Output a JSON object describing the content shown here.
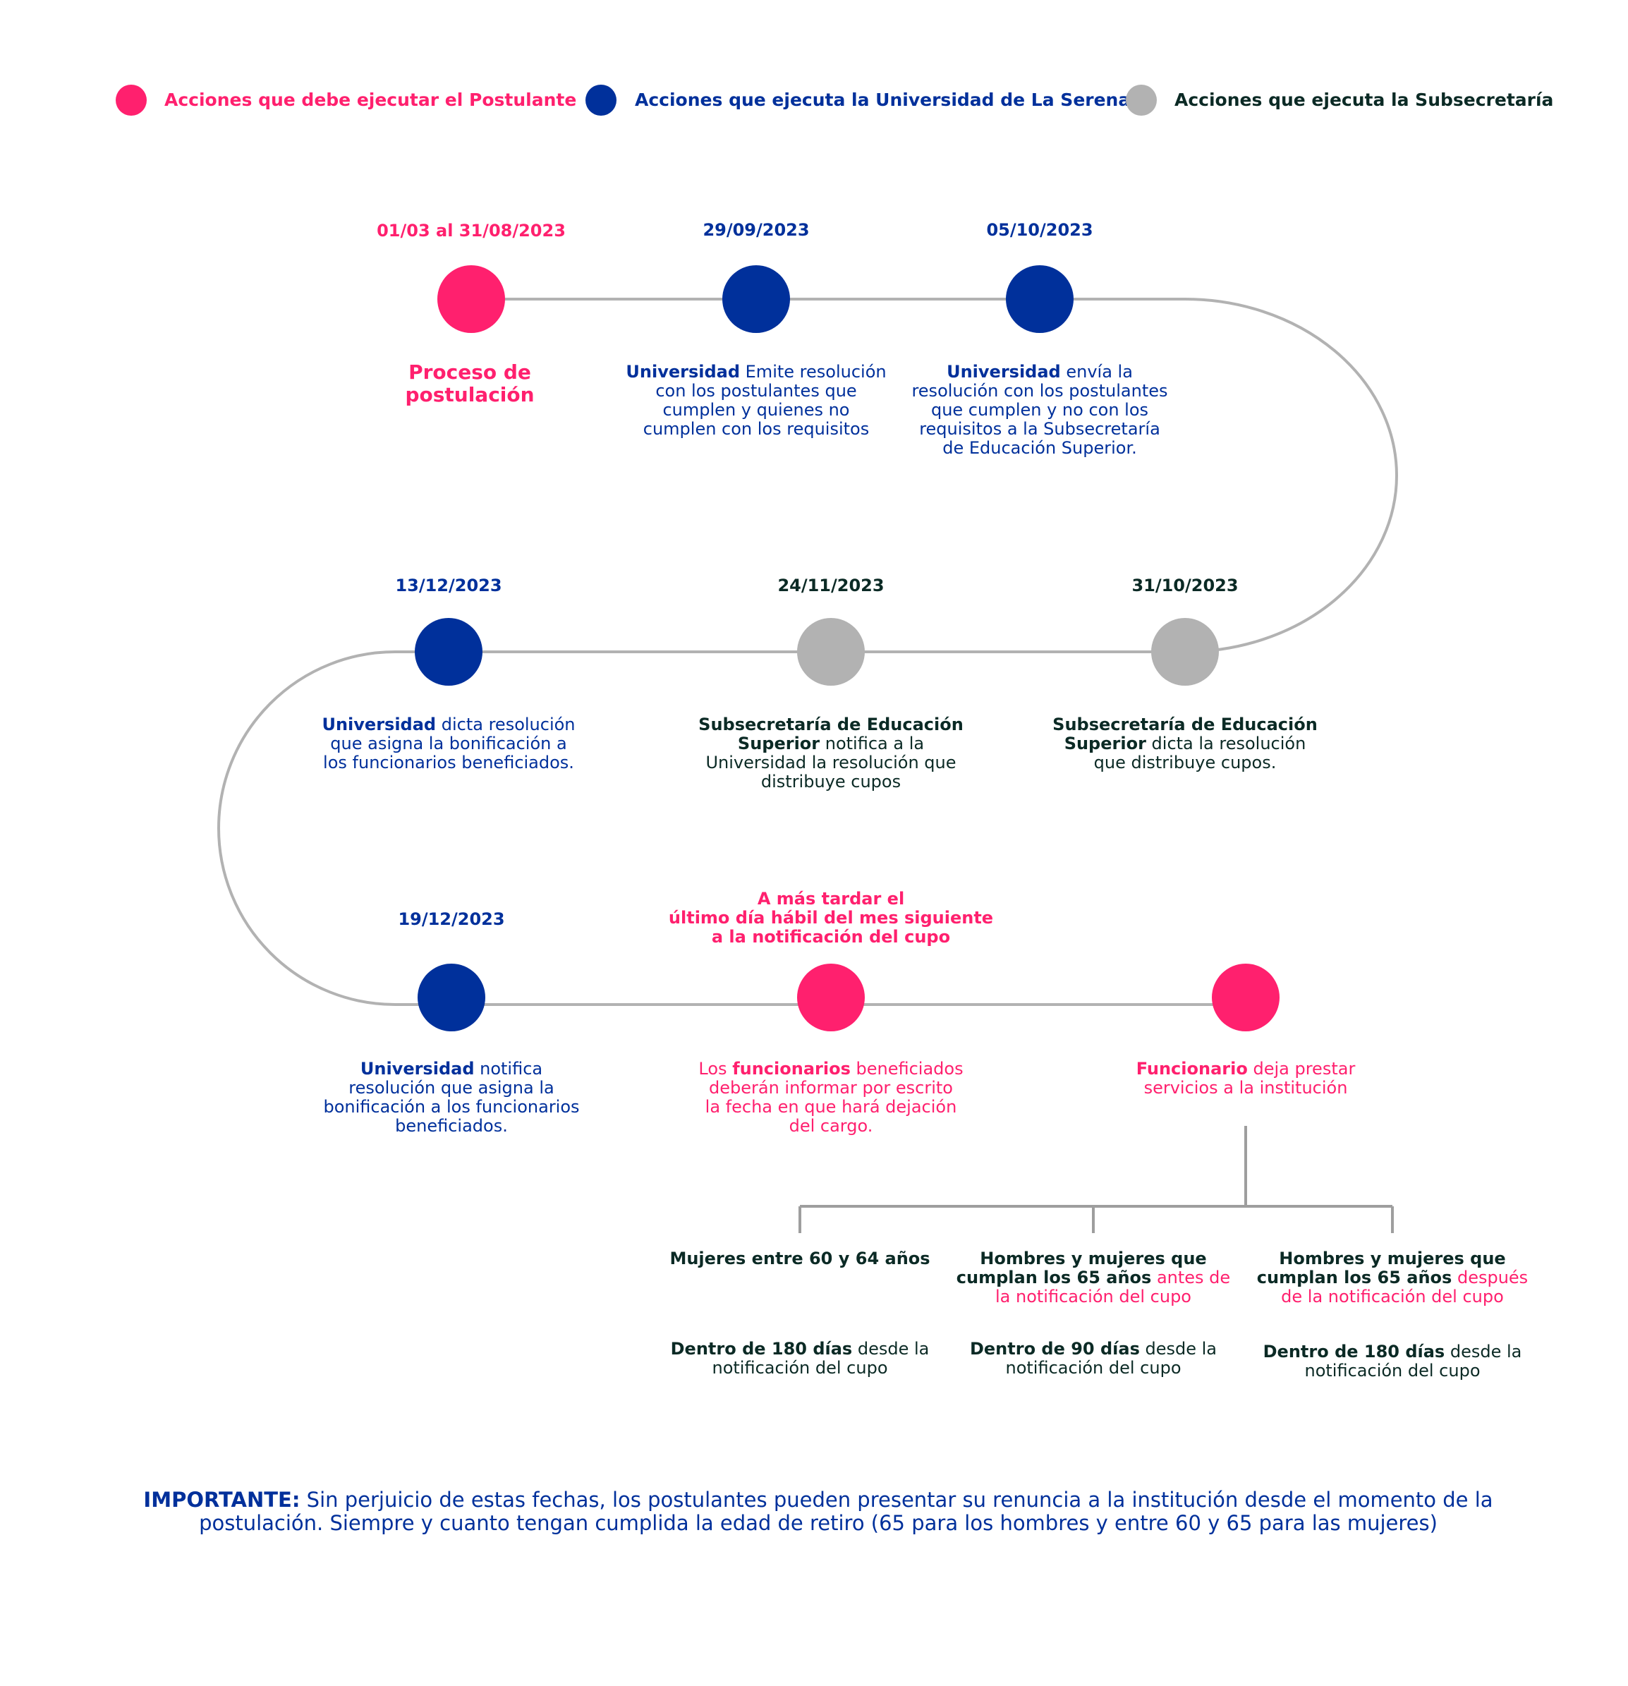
{
  "legend": {
    "postulante": {
      "label": "Acciones que debe ejecutar el Postulante",
      "color": "#ff206e"
    },
    "universidad": {
      "label": "Acciones que ejecuta la Universidad de La Serena",
      "color": "#00309b"
    },
    "subsecretaria": {
      "label": "Acciones que ejecuta la Subsecretaría",
      "color": "#b2b2b2"
    }
  },
  "steps": {
    "s1": {
      "date": "01/03 al 31/08/2023",
      "title_l1": "Proceso de",
      "title_l2": "postulación"
    },
    "s2": {
      "date": "29/09/2023",
      "bold": "Universidad",
      "l1": " Emite resolución",
      "l2": "con los postulantes que",
      "l3": "cumplen y quienes no",
      "l4": "cumplen con los requisitos"
    },
    "s3": {
      "date": "05/10/2023",
      "bold": "Universidad",
      "l1": " envía la",
      "l2": "resolución con los postulantes",
      "l3": "que cumplen y no con los",
      "l4": "requisitos a la Subsecretaría",
      "l5": "de Educación Superior."
    },
    "s4": {
      "date": "31/10/2023",
      "bold1": "Subsecretaría de Educación",
      "bold2": "Superior",
      "l2": " dicta la resolución",
      "l3": "que distribuye cupos."
    },
    "s5": {
      "date": "24/11/2023",
      "bold1": "Subsecretaría de Educación",
      "bold2": "Superior",
      "l2": " notifica a la",
      "l3": "Universidad la resolución que",
      "l4": "distribuye cupos"
    },
    "s6": {
      "date": "13/12/2023",
      "bold": "Universidad",
      "l1": " dicta resolución",
      "l2": "que asigna la bonificación a",
      "l3": "los funcionarios beneficiados."
    },
    "s7": {
      "date": "19/12/2023",
      "bold": "Universidad",
      "l1": " notifica",
      "l2": "resolución que asigna la",
      "l3": "bonificación a los funcionarios",
      "l4": "beneficiados."
    },
    "s8": {
      "date_l1": "A más tardar el",
      "date_l2": "último día hábil del mes siguiente",
      "date_l3": "a la notificación del cupo",
      "pre": "Los ",
      "bold": "funcionarios",
      "l1": " beneficiados",
      "l2": "deberán informar por escrito",
      "l3": "la fecha en que hará dejación",
      "l4": "del cargo."
    },
    "s9": {
      "bold": "Funcionario",
      "l1": " deja prestar",
      "l2": "servicios a la institución"
    }
  },
  "branches": {
    "b1": {
      "t1": "Mujeres entre 60 y 64 años",
      "d_bold": "Dentro de 180 días",
      "d1": " desde la",
      "d2": "notificación del cupo"
    },
    "b2": {
      "t1": "Hombres y mujeres  que",
      "t2": "cumplan los 65 años",
      "t2b": " antes de",
      "t3": "la notificación del cupo",
      "d_bold": "Dentro de 90 días",
      "d1": " desde la",
      "d2": "notificación del cupo"
    },
    "b3": {
      "t1": "Hombres y mujeres  que",
      "t2": "cumplan los 65 años",
      "t2b": " después",
      "t3": "de la notificación del cupo",
      "d_bold": "Dentro de 180 días",
      "d1": "  desde la",
      "d2": "notificación del cupo"
    }
  },
  "important": {
    "label": "IMPORTANTE:",
    "text1": " Sin perjuicio de estas fechas, los postulantes pueden presentar su renuncia a la institución desde el momento de la",
    "text2": "postulación. Siempre y cuanto tengan cumplida la edad de retiro (65 para los hombres y entre 60 y 65 para las mujeres)"
  }
}
